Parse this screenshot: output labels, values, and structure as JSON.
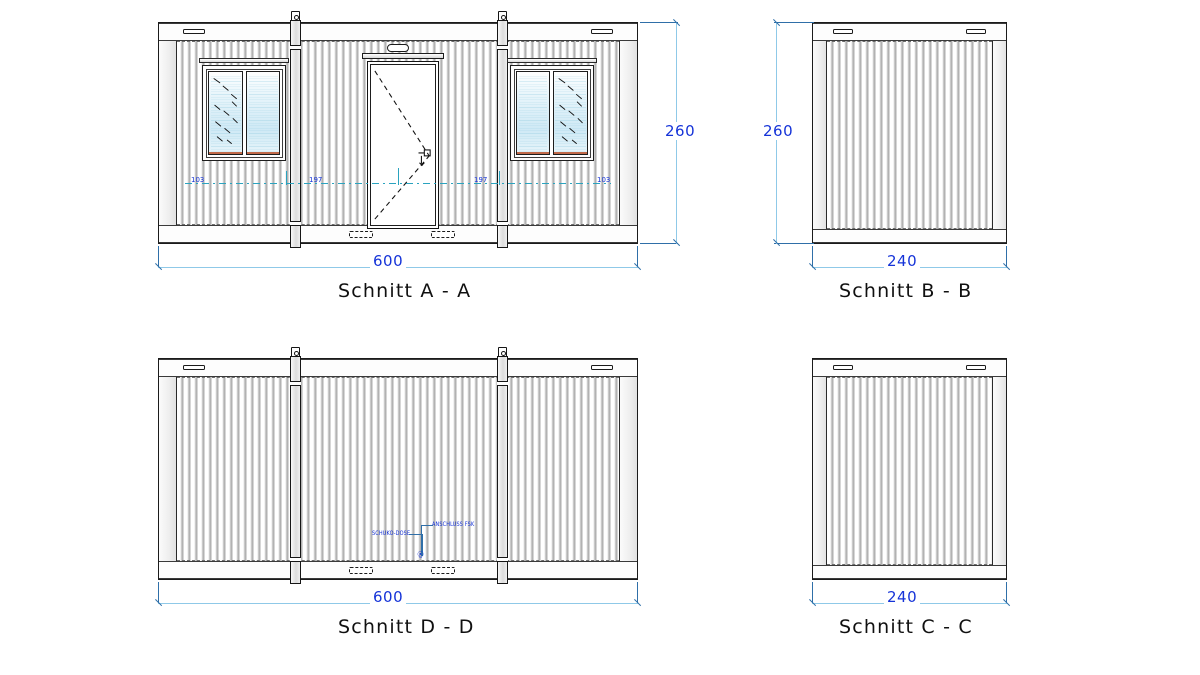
{
  "drawing": {
    "title_style": "technical-elevation-drawing",
    "units_note": "",
    "accent_dim_color": "#1533d8",
    "dim_line_color": "#8fc9e8",
    "axis_color": "#2aa3bf",
    "outline_color": "#1b1b1b"
  },
  "views": [
    {
      "id": "a-a",
      "caption": "Schnitt  A - A",
      "width_dim": "600",
      "height_dim": "260",
      "sub_dims": [
        "103",
        "197",
        "197",
        "103"
      ],
      "features": [
        "window-left",
        "door-center",
        "window-right",
        "corner-posts",
        "corrugated-wall",
        "forklift-pockets",
        "lifting-lugs",
        "door-vent"
      ]
    },
    {
      "id": "b-b",
      "caption": "Schnitt  B - B",
      "width_dim": "240",
      "height_dim": "260",
      "sub_dims": [],
      "features": [
        "corrugated-wall",
        "lifting-lugs"
      ]
    },
    {
      "id": "d-d",
      "caption": "Schnitt  D - D",
      "width_dim": "600",
      "height_dim": "",
      "sub_dims": [],
      "annotations": [
        "SCHUKO-DOSE",
        "ANSCHLUSS FSK"
      ],
      "features": [
        "corrugated-wall",
        "corner-posts",
        "forklift-pockets",
        "lifting-lugs",
        "socket-outlet",
        "connection-point"
      ]
    },
    {
      "id": "c-c",
      "caption": "Schnitt  C - C",
      "width_dim": "240",
      "height_dim": "",
      "sub_dims": [],
      "features": [
        "corrugated-wall",
        "lifting-lugs"
      ]
    }
  ]
}
